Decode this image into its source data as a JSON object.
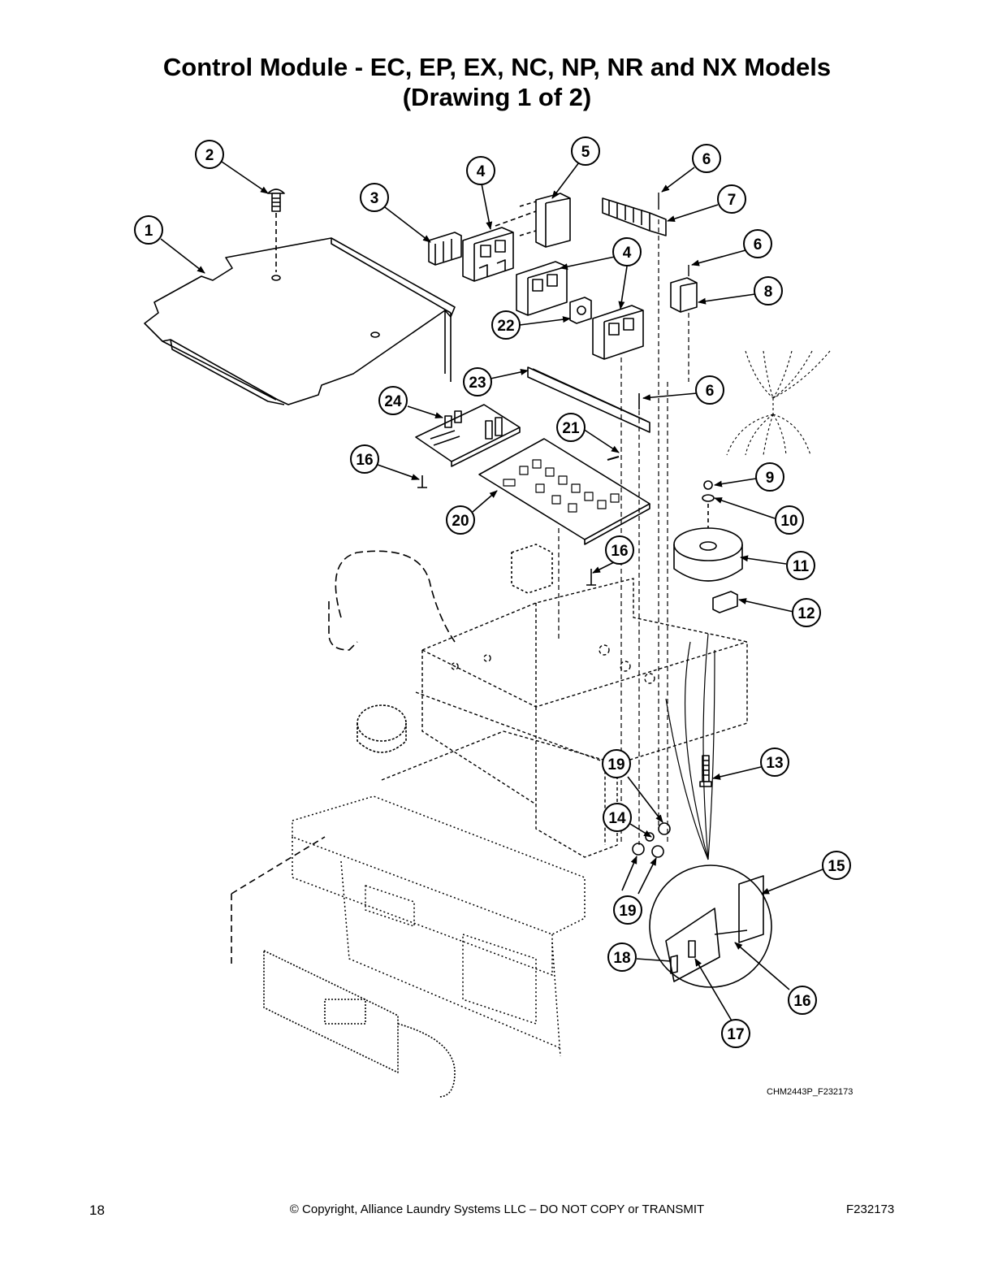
{
  "title": {
    "line1": "Control Module - EC, EP, EX, NC, NP, NR and NX Models",
    "line2": "(Drawing 1 of 2)"
  },
  "callouts": [
    "1",
    "2",
    "3",
    "4",
    "5",
    "6",
    "7",
    "6",
    "4",
    "8",
    "22",
    "23",
    "6",
    "24",
    "21",
    "16",
    "9",
    "10",
    "20",
    "16",
    "11",
    "12",
    "13",
    "19",
    "14",
    "15",
    "19",
    "18",
    "16",
    "17"
  ],
  "drawing_code": "CHM2443P_F232173",
  "footer": {
    "page_number": "18",
    "copyright": "© Copyright, Alliance Laundry Systems LLC – DO NOT COPY or TRANSMIT",
    "doc_code": "F232173"
  }
}
